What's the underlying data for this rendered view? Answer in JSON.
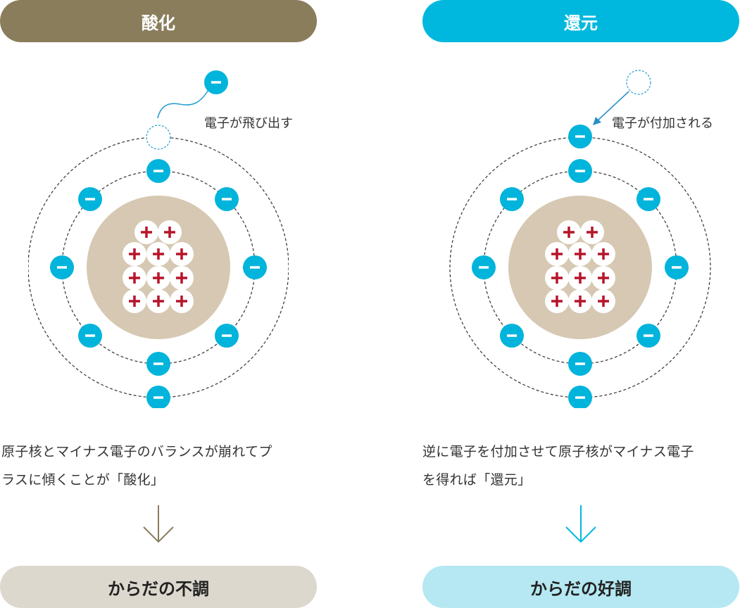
{
  "colors": {
    "oxidation": "#8a7d5c",
    "reduction": "#00b8de",
    "electron": "#00b4db",
    "nucleus": "#d6c8b2",
    "proton_mark": "#b7142a",
    "footer_left_bg": "#ddd8ce",
    "footer_right_bg": "#b5e8f2"
  },
  "left": {
    "title": "酸化",
    "label": "電子が飛び出す",
    "description_line1": "原子核とマイナス電子のバランスが崩れてプ",
    "description_line2": "ラスに傾くことが「酸化」",
    "result": "からだの不調"
  },
  "right": {
    "title": "還元",
    "label": "電子が付加される",
    "description_line1": "逆に電子を付加させて原子核がマイナス電子",
    "description_line2": "を得れば「還元」",
    "result": "からだの好調"
  }
}
